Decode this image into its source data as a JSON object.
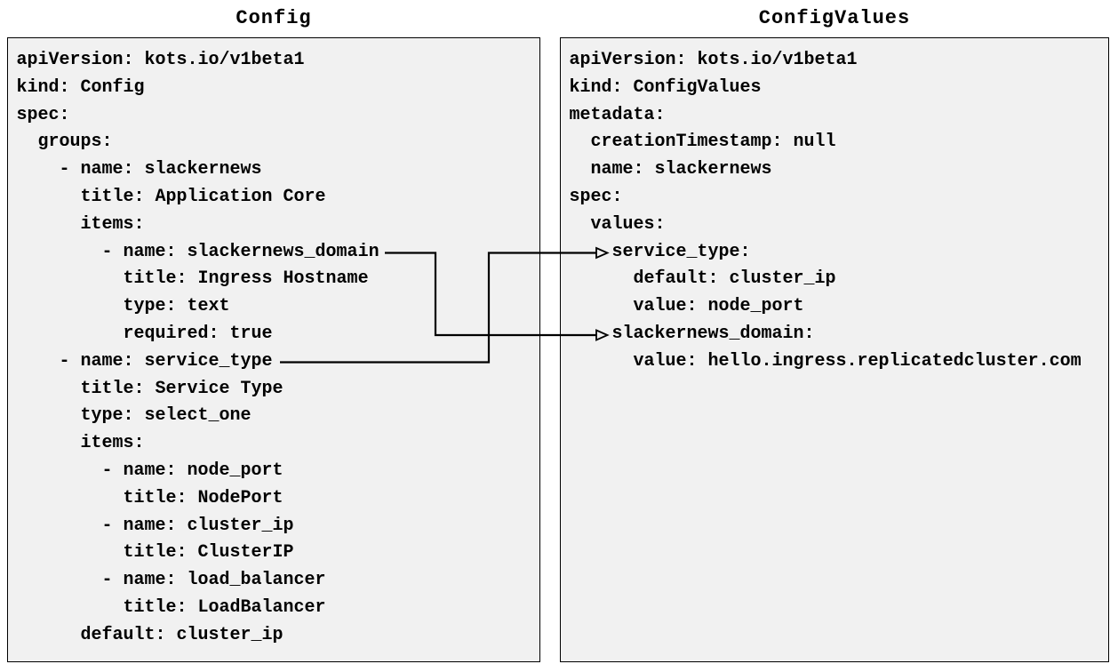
{
  "left_panel": {
    "title": "Config",
    "lines": [
      "apiVersion: kots.io/v1beta1",
      "kind: Config",
      "spec:",
      "  groups:",
      "    - name: slackernews",
      "      title: Application Core",
      "      items:",
      "        - name: slackernews_domain",
      "          title: Ingress Hostname",
      "          type: text",
      "          required: true",
      "    - name: service_type",
      "      title: Service Type",
      "      type: select_one",
      "      items:",
      "        - name: node_port",
      "          title: NodePort",
      "        - name: cluster_ip",
      "          title: ClusterIP",
      "        - name: load_balancer",
      "          title: LoadBalancer",
      "      default: cluster_ip"
    ]
  },
  "right_panel": {
    "title": "ConfigValues",
    "lines": [
      "apiVersion: kots.io/v1beta1",
      "kind: ConfigValues",
      "metadata:",
      "  creationTimestamp: null",
      "  name: slackernews",
      "spec:",
      "  values:",
      "    service_type:",
      "      default: cluster_ip",
      "      value: node_port",
      "    slackernews_domain:",
      "      value: hello.ingress.replicatedcluster.com"
    ]
  },
  "connections": [
    {
      "from": "Config item name: slackernews_domain",
      "to": "ConfigValues value key: slackernews_domain"
    },
    {
      "from": "Config item name: service_type",
      "to": "ConfigValues value key: service_type"
    }
  ],
  "colors": {
    "background": "#ffffff",
    "panel_fill": "#f1f1f1",
    "panel_border": "#000000",
    "text": "#000000",
    "connector": "#000000"
  }
}
